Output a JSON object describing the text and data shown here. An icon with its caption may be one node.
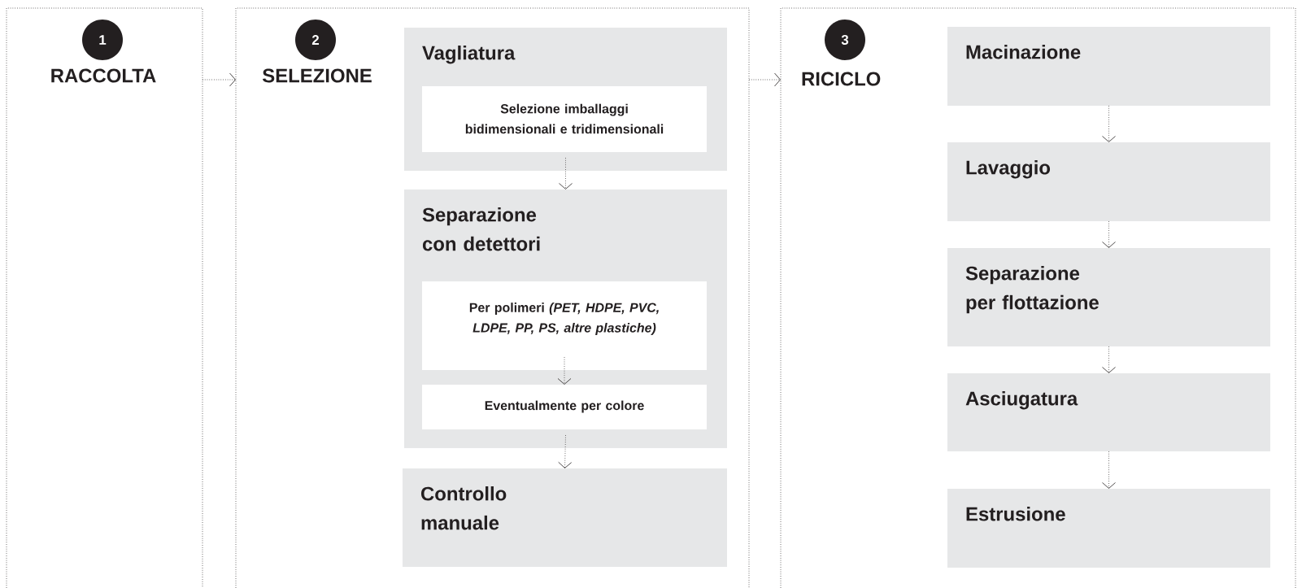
{
  "diagram": {
    "nodes": [
      {
        "text": [
          "RACCOLTA"
        ]
      },
      {
        "text": [
          "1"
        ],
        "in": 0
      },
      {
        "text": [
          "SELEZIONE"
        ]
      },
      {
        "text": [
          "2"
        ],
        "in": 2
      },
      {
        "text": [
          "Vagliatura"
        ],
        "in": 2
      },
      {
        "text": [
          "Selezione imballaggi bidimensionali e tridimensionali"
        ],
        "in": 4
      },
      {
        "text": [
          "Separazione con detettori"
        ],
        "in": 2
      },
      {
        "text": [
          "Per polimeri *(PET, HDPE, PVC, LDPE, PP, PS, altre plastiche)*"
        ],
        "in": 6
      },
      {
        "text": [
          "Eventualmente per colore"
        ],
        "in": 6
      },
      {
        "text": [
          "Controllo manuale"
        ],
        "in": 2
      },
      {
        "text": [
          "RICICLO"
        ]
      },
      {
        "text": [
          "3"
        ],
        "in": 10
      },
      {
        "text": [
          "Macinazione"
        ],
        "in": 10
      },
      {
        "text": [
          "Lavaggio"
        ],
        "in": 10
      },
      {
        "text": [
          "Separazione per flottazione"
        ],
        "in": 10
      },
      {
        "text": [
          "Asciugatura"
        ],
        "in": 10
      },
      {
        "text": [
          "Estrusione"
        ],
        "in": 10
      }
    ],
    "edges": [
      {
        "from": 0,
        "to": 2,
        "arrow": "to",
        "style": "dashed"
      },
      {
        "from": 2,
        "to": 10,
        "arrow": "to",
        "style": "dashed"
      },
      {
        "from": 4,
        "to": 6,
        "arrow": "to",
        "style": "dashed"
      },
      {
        "from": 7,
        "to": 8,
        "arrow": "to",
        "style": "dashed"
      },
      {
        "from": 6,
        "to": 9,
        "arrow": "to",
        "style": "dashed"
      },
      {
        "from": 12,
        "to": 13,
        "arrow": "to",
        "style": "dashed"
      },
      {
        "from": 13,
        "to": 14,
        "arrow": "to",
        "style": "dashed"
      },
      {
        "from": 14,
        "to": 15,
        "arrow": "to",
        "style": "dashed"
      },
      {
        "from": 15,
        "to": 16,
        "arrow": "to",
        "style": "dashed"
      }
    ]
  }
}
